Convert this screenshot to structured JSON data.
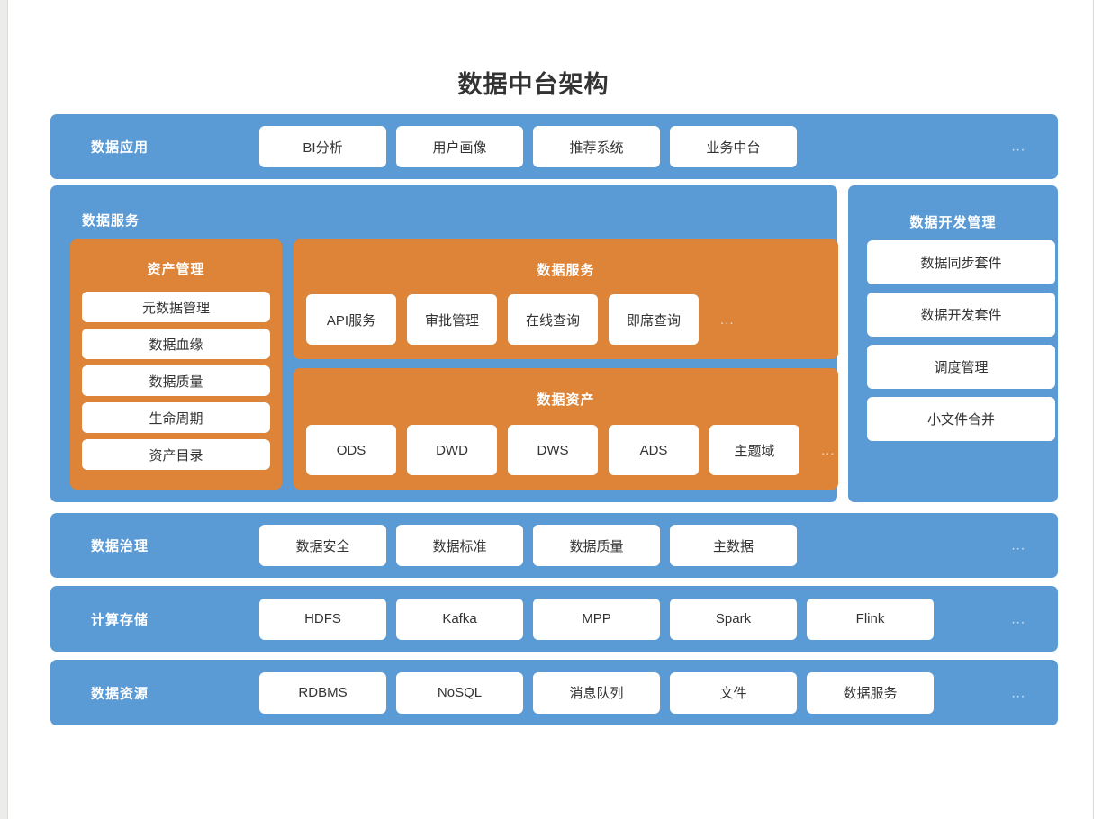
{
  "title": "数据中台架构",
  "colors": {
    "blue": "#5B9BD5",
    "orange": "#DD8438",
    "card": "#FFFFFF",
    "text": "#333333"
  },
  "ellipsis": "...",
  "layers": {
    "application": {
      "label": "数据应用",
      "items": [
        "BI分析",
        "用户画像",
        "推荐系统",
        "业务中台"
      ]
    },
    "governance": {
      "label": "数据治理",
      "items": [
        "数据安全",
        "数据标准",
        "数据质量",
        "主数据"
      ]
    },
    "compute_storage": {
      "label": "计算存储",
      "items": [
        "HDFS",
        "Kafka",
        "MPP",
        "Spark",
        "Flink"
      ]
    },
    "resource": {
      "label": "数据资源",
      "items": [
        "RDBMS",
        "NoSQL",
        "消息队列",
        "文件",
        "数据服务"
      ]
    }
  },
  "service_band": {
    "label": "数据服务",
    "asset_management": {
      "title": "资产管理",
      "items": [
        "元数据管理",
        "数据血缘",
        "数据质量",
        "生命周期",
        "资产目录"
      ]
    },
    "data_service": {
      "title": "数据服务",
      "items": [
        "API服务",
        "审批管理",
        "在线查询",
        "即席查询"
      ]
    },
    "data_asset": {
      "title": "数据资产",
      "items": [
        "ODS",
        "DWD",
        "DWS",
        "ADS",
        "主题域"
      ]
    }
  },
  "dev_management": {
    "title": "数据开发管理",
    "items": [
      "数据同步套件",
      "数据开发套件",
      "调度管理",
      "小文件合并"
    ]
  }
}
